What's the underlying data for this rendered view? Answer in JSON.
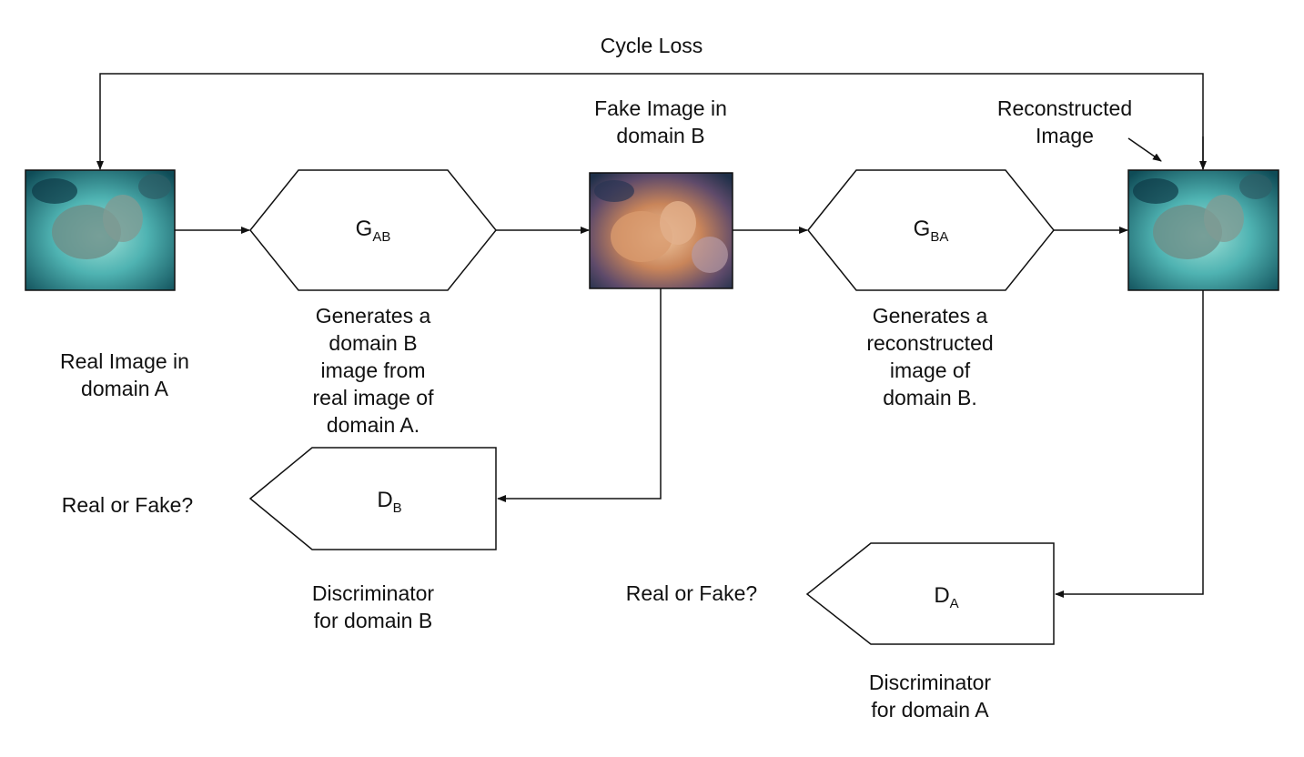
{
  "cycle_loss": "Cycle Loss",
  "real_image_label": "Real Image in\ndomain A",
  "fake_image_label": "Fake Image in\ndomain B",
  "reconstructed_label": "Reconstructed\nImage",
  "g_ab": {
    "main": "G",
    "sub": "AB",
    "desc": "Generates a\ndomain B\nimage from\nreal image of\ndomain A."
  },
  "g_ba": {
    "main": "G",
    "sub": "BA",
    "desc": "Generates a\nreconstructed\nimage of\ndomain B."
  },
  "d_b": {
    "main": "D",
    "sub": "B",
    "question": "Real or Fake?",
    "desc": "Discriminator\nfor domain B"
  },
  "d_a": {
    "main": "D",
    "sub": "A",
    "question": "Real or Fake?",
    "desc": "Discriminator\nfor domain A"
  },
  "colors": {
    "line": "#111111",
    "water_dark": "#0f4c57",
    "water_light": "#5fc7c2",
    "coral_fake": "#c9855a"
  }
}
